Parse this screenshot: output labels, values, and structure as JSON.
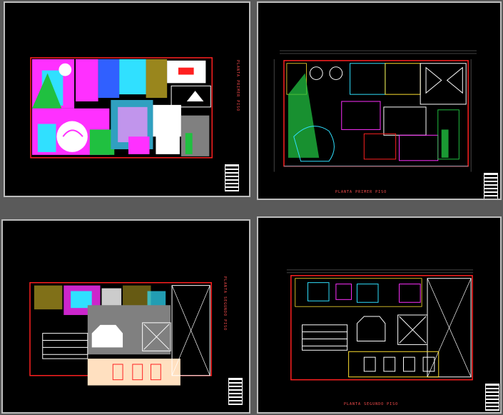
{
  "sheets": [
    {
      "id": "sheet-1",
      "label": "PLANTA PRIMER PISO"
    },
    {
      "id": "sheet-2",
      "label": "PLANTA PRIMER PISO"
    },
    {
      "id": "sheet-3",
      "label": "PLANTA SEGUNDO PISO"
    },
    {
      "id": "sheet-4",
      "label": "PLANTA SEGUNDO PISO"
    }
  ],
  "colors": {
    "background": "#5a5a5a",
    "sheet": "#000000",
    "frame": "#bdbdbd",
    "wall_red": "#ff2020",
    "magenta": "#ff30ff",
    "cyan": "#30e0ff",
    "green": "#20c040",
    "yellow": "#ffe030",
    "white": "#ffffff"
  }
}
